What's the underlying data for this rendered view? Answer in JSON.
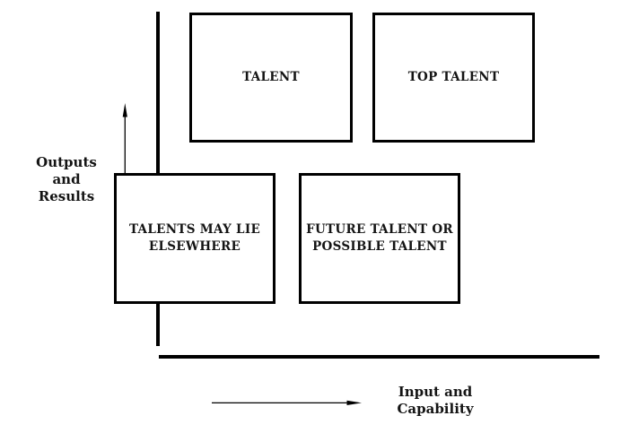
{
  "diagram": {
    "type": "2x2-matrix",
    "colors": {
      "background": "#ffffff",
      "line": "#000000",
      "text": "#141414"
    },
    "y_axis": {
      "label_lines": [
        "Outputs",
        "and",
        "Results"
      ],
      "arrow_direction": "up"
    },
    "x_axis": {
      "label_lines": [
        "Input and",
        "Capability"
      ],
      "arrow_direction": "right"
    },
    "quadrants": [
      {
        "position": "top-left",
        "label_lines": [
          "TALENT"
        ]
      },
      {
        "position": "top-right",
        "label_lines": [
          "TOP TALENT"
        ]
      },
      {
        "position": "bottom-left",
        "label_lines": [
          "TALENTS MAY LIE",
          "ELSEWHERE"
        ]
      },
      {
        "position": "bottom-right",
        "label_lines": [
          "FUTURE TALENT OR",
          "POSSIBLE TALENT"
        ]
      }
    ]
  }
}
